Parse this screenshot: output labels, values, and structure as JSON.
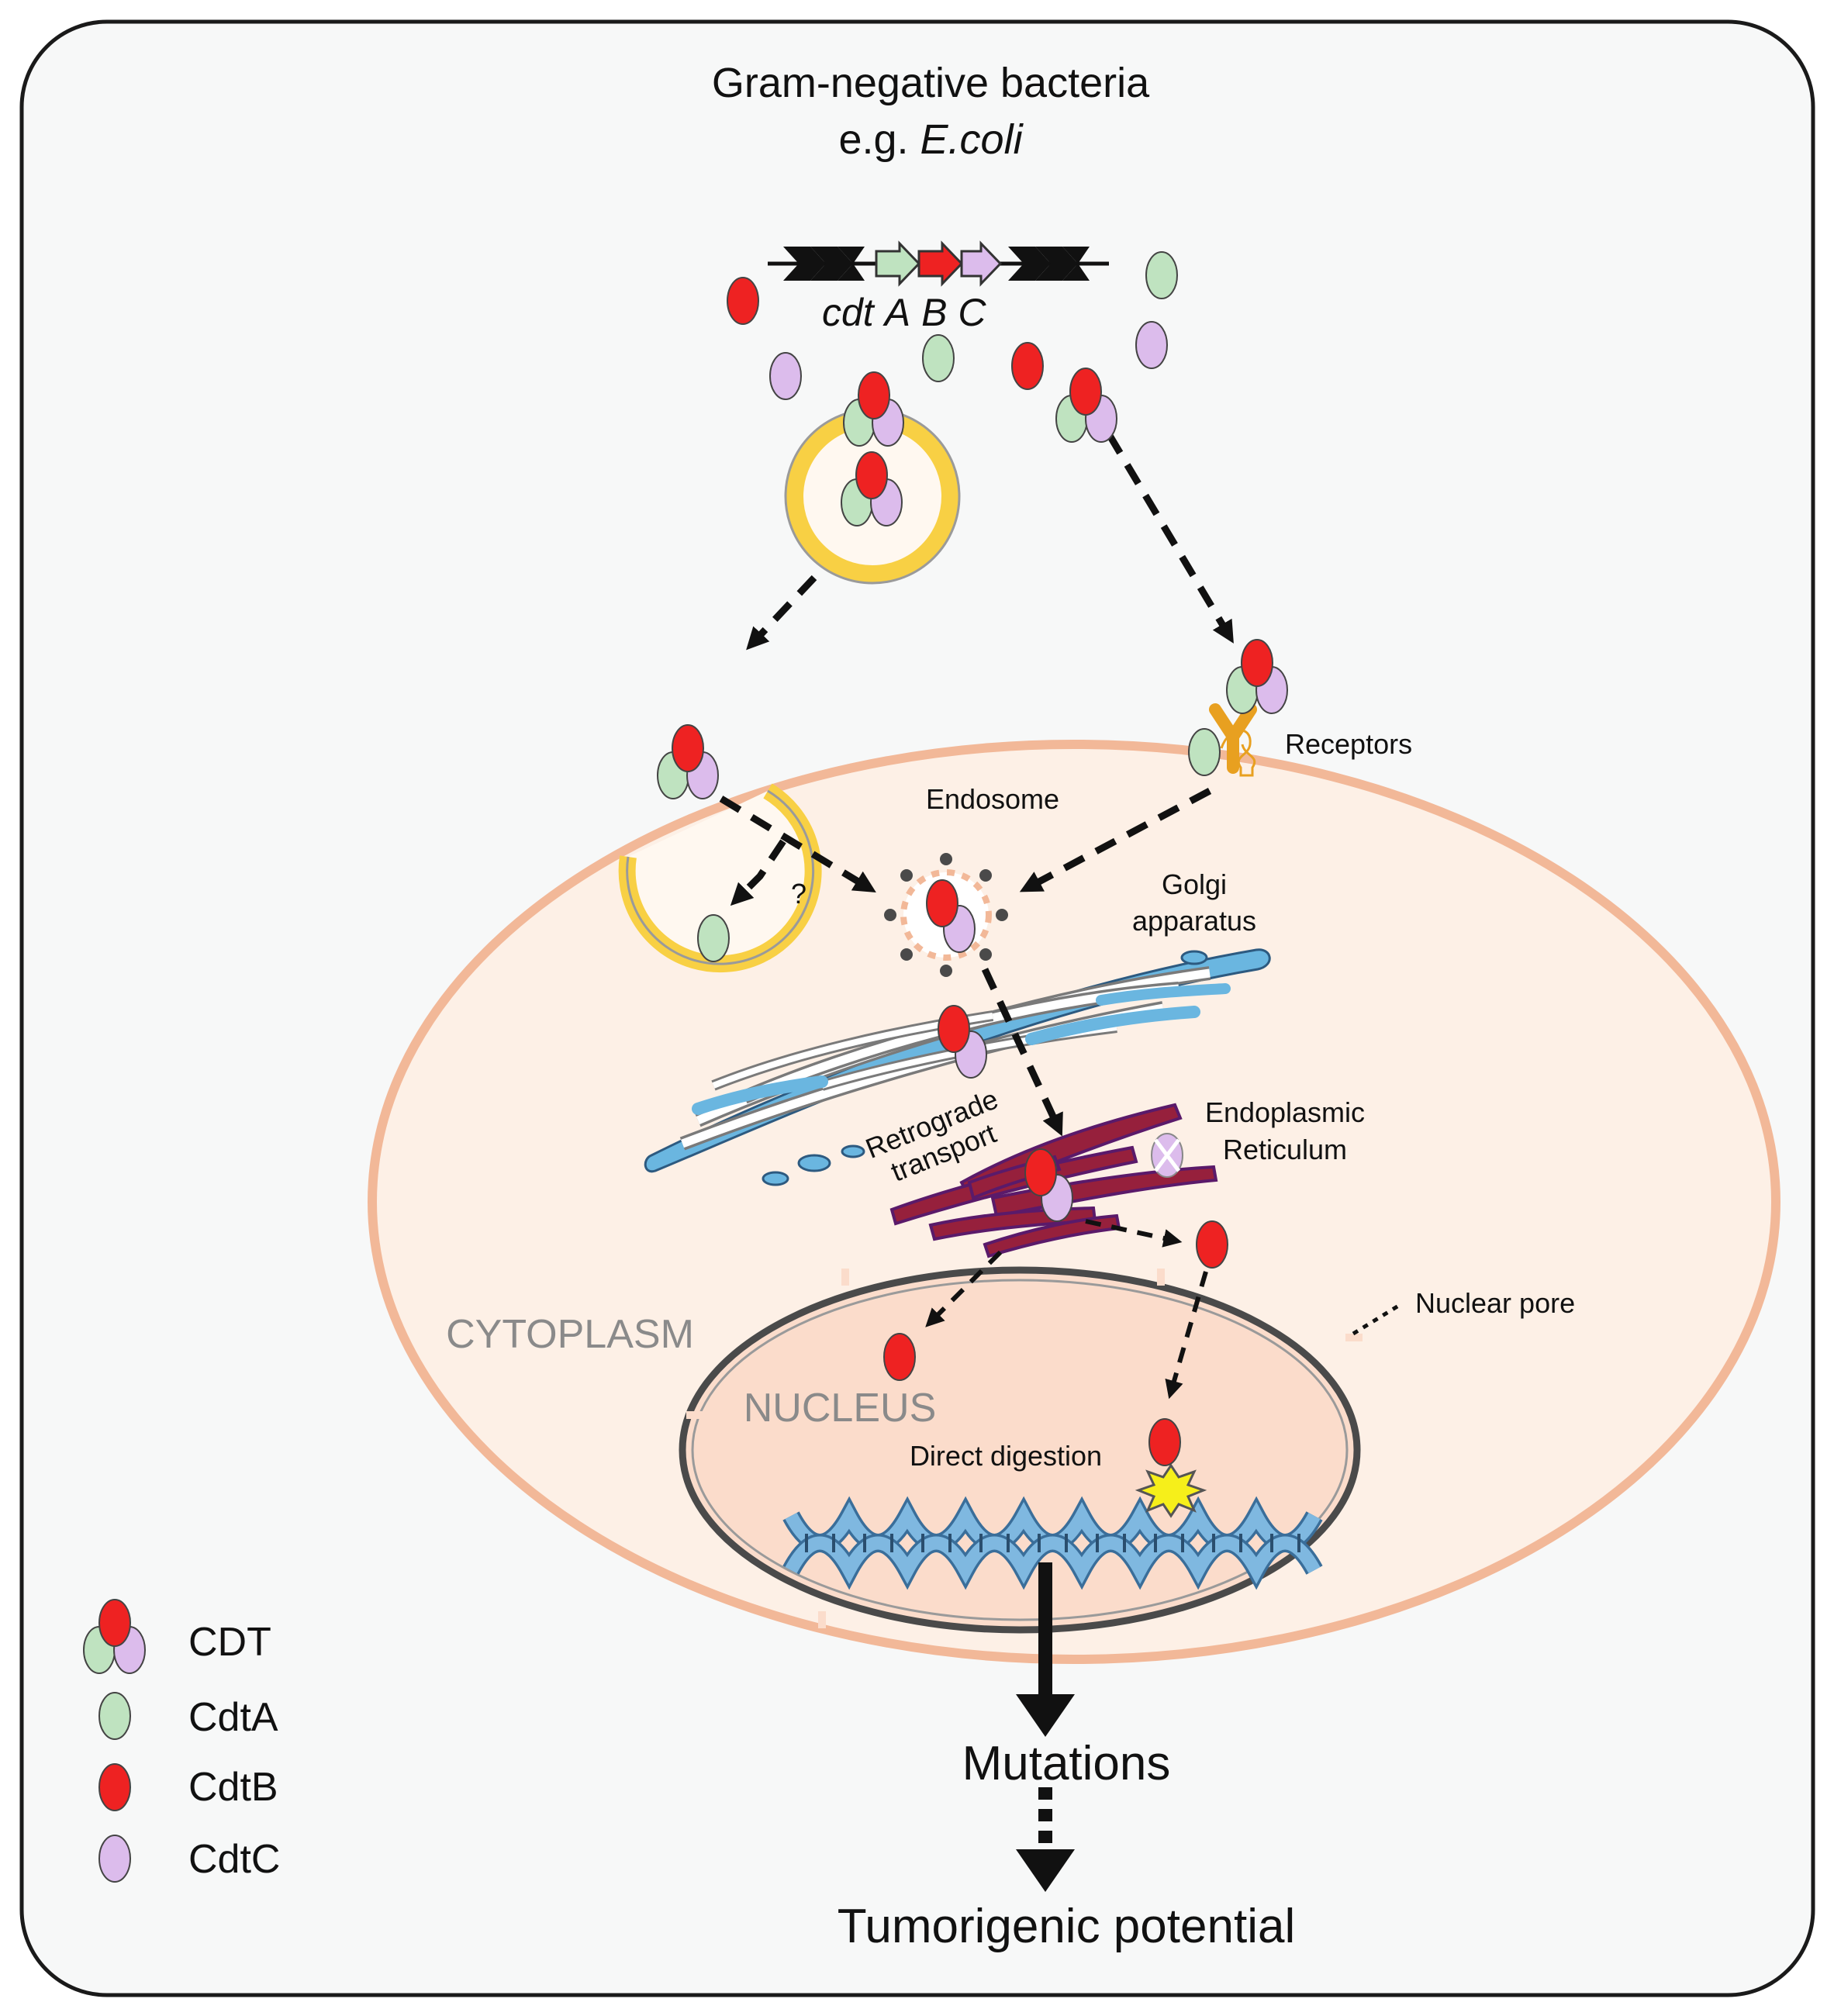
{
  "title": {
    "line1": "Gram-negative bacteria",
    "line2_prefix": "e.g. ",
    "line2_species": "E.coli"
  },
  "gene_cluster": {
    "prefix": "cdt",
    "genes": [
      "A",
      "B",
      "C"
    ]
  },
  "labels": {
    "endosome": "Endosome",
    "receptors": "Receptors",
    "golgi_line1": "Golgi",
    "golgi_line2": "apparatus",
    "er_line1": "Endoplasmic",
    "er_line2": "Reticulum",
    "retrograde_line1": "Retrograde",
    "retrograde_line2": "transport",
    "question": "?",
    "cytoplasm": "CYTOPLASM",
    "nucleus": "NUCLEUS",
    "nuclear_pore": "Nuclear pore",
    "direct_digestion": "Direct digestion",
    "mutations": "Mutations",
    "tumorigenic": "Tumorigenic potential"
  },
  "legend": [
    {
      "label": "CDT"
    },
    {
      "label": "CdtA"
    },
    {
      "label": "CdtB"
    },
    {
      "label": "CdtC"
    }
  ],
  "colors": {
    "cdtA": "#bfe3c0",
    "cdtB": "#ee2222",
    "cdtC": "#dcbcec",
    "vesicle": "#f8d044",
    "cell_fill": "#fdf0e6",
    "cell_border": "#f2b898",
    "nucleus_fill": "#fbdccb",
    "golgi": "#6ab6e0",
    "er": "#96203c",
    "dna": "#7fb8e0"
  }
}
